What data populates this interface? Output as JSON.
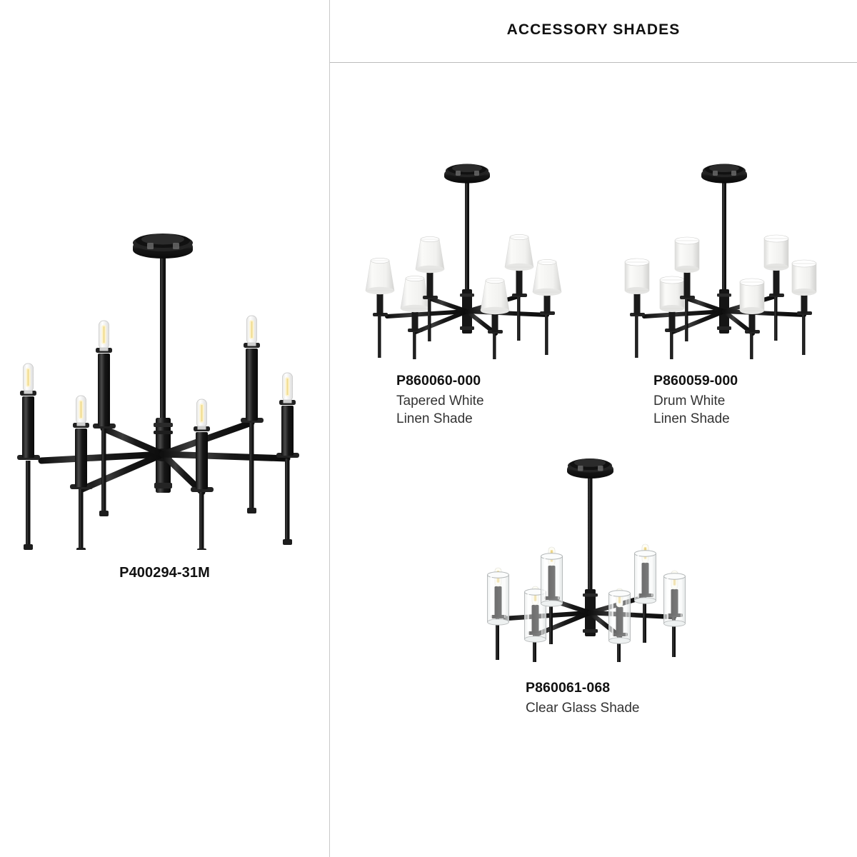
{
  "header": {
    "title": "ACCESSORY SHADES"
  },
  "colors": {
    "background": "#ffffff",
    "divider": "#c9c9c9",
    "fixture_black": "#141414",
    "fixture_black_light": "#2f2f2f",
    "shade_white": "#f2f2f0",
    "shade_shadow": "#d8d8d6",
    "glass_outline": "#b9bcbd",
    "bulb_glow": "#fdf6d8",
    "text_primary": "#111111",
    "text_secondary": "#333333"
  },
  "products": {
    "main": {
      "sku": "P400294-31M",
      "description": "",
      "fixture": {
        "type": "chandelier",
        "arm_count": 6,
        "shade_type": "none-exposed-bulb",
        "finish": "matte-black"
      }
    },
    "tapered": {
      "sku": "P860060-000",
      "description": "Tapered White\nLinen Shade",
      "fixture": {
        "type": "chandelier",
        "arm_count": 6,
        "shade_type": "tapered",
        "finish": "matte-black"
      }
    },
    "drum": {
      "sku": "P860059-000",
      "description": "Drum White\nLinen Shade",
      "fixture": {
        "type": "chandelier",
        "arm_count": 6,
        "shade_type": "drum",
        "finish": "matte-black"
      }
    },
    "glass": {
      "sku": "P860061-068",
      "description": "Clear Glass Shade",
      "fixture": {
        "type": "chandelier",
        "arm_count": 6,
        "shade_type": "clear-glass-cylinder",
        "finish": "matte-black"
      }
    }
  }
}
